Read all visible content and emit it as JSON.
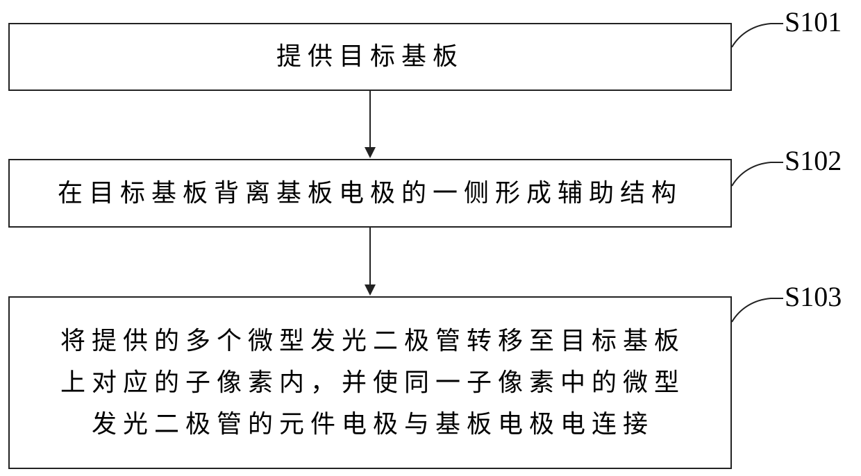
{
  "steps": [
    {
      "id": "S101",
      "text": "提供目标基板"
    },
    {
      "id": "S102",
      "text": "在目标基板背离基板电极的一侧形成辅助结构"
    },
    {
      "id": "S103",
      "lines": [
        "将提供的多个微型发光二极管转移至目标基板",
        "上对应的子像素内，并使同一子像素中的微型",
        "发光二极管的元件电极与基板电极电连接"
      ]
    }
  ],
  "colors": {
    "line": "#222222",
    "background": "#ffffff"
  }
}
